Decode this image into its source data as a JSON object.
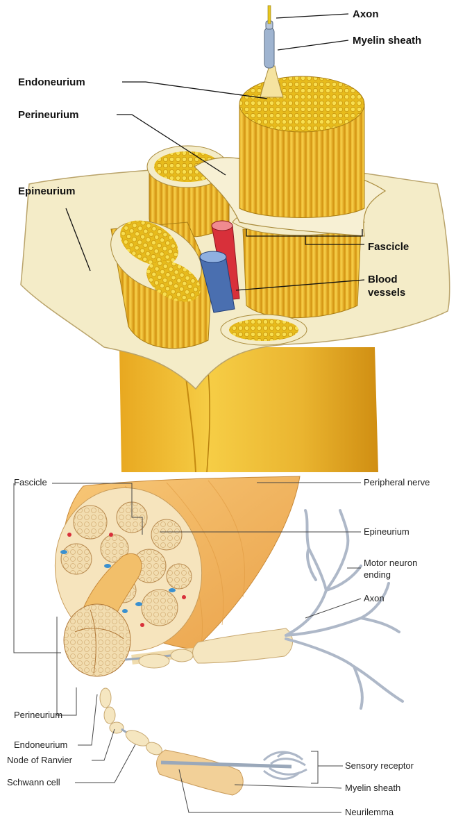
{
  "top_diagram": {
    "labels": {
      "axon": "Axon",
      "myelin_sheath": "Myelin sheath",
      "endoneurium": "Endoneurium",
      "perineurium": "Perineurium",
      "epineurium": "Epineurium",
      "fascicle": "Fascicle",
      "blood_vessels_line1": "Blood",
      "blood_vessels_line2": "vessels"
    }
  },
  "bottom_diagram": {
    "labels": {
      "fascicle": "Fascicle",
      "peripheral_nerve": "Peripheral nerve",
      "epineurium": "Epineurium",
      "motor_neuron_ending_line1": "Motor neuron",
      "motor_neuron_ending_line2": "ending",
      "axon": "Axon",
      "perineurium": "Perineurium",
      "endoneurium": "Endoneurium",
      "node_of_ranvier": "Node of Ranvier",
      "schwann_cell": "Schwann cell",
      "sensory_receptor": "Sensory receptor",
      "myelin_sheath": "Myelin sheath",
      "neurilemma": "Neurilemma"
    }
  },
  "colors": {
    "nerve_yellow": "#f2c230",
    "nerve_dark": "#d49a10",
    "epineurium_cream": "#f4ecc8",
    "artery_red": "#d8303a",
    "vein_blue": "#4a6fb0",
    "axon_gray": "#aeb8c8",
    "bottom_nerve_orange": "#f2b860",
    "bottom_fascicle_tan": "#f0dcae"
  }
}
